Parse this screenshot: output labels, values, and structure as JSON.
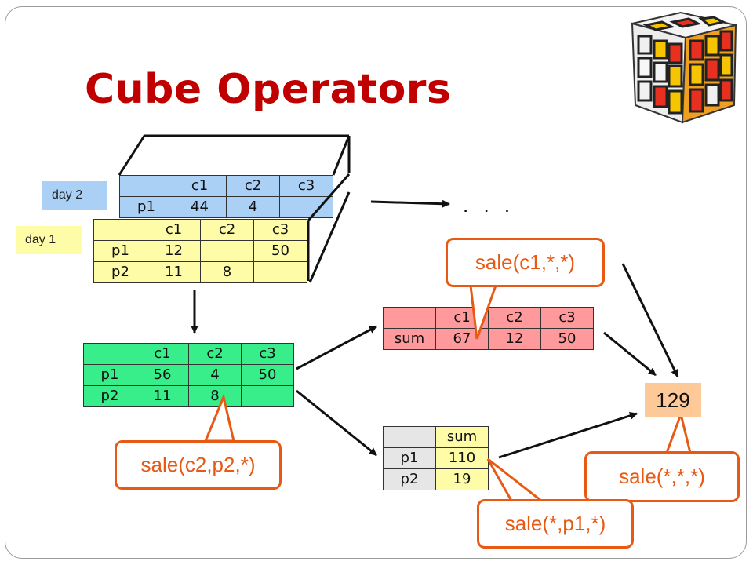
{
  "slide": {
    "title": "Cube Operators",
    "day_labels": {
      "day2": "day 2",
      "day1": "day 1"
    },
    "ellipsis": ". . .",
    "result_value": "129",
    "colors": {
      "title": "#c00000",
      "callout": "#e85a14",
      "day1": "#fffca8",
      "day2": "#aad0f6",
      "total": "#37ee8a",
      "c_agg": "#ff9a9c",
      "result": "#fdc999"
    }
  },
  "tables": {
    "day2": {
      "header": [
        "",
        "c1",
        "c2",
        "c3"
      ],
      "rows": [
        [
          "p1",
          "44",
          "4",
          ""
        ]
      ]
    },
    "day1": {
      "header": [
        "",
        "c1",
        "c2",
        "c3"
      ],
      "rows": [
        [
          "p1",
          "12",
          "",
          "50"
        ],
        [
          "p2",
          "11",
          "8",
          ""
        ]
      ]
    },
    "total": {
      "header": [
        "",
        "c1",
        "c2",
        "c3"
      ],
      "rows": [
        [
          "p1",
          "56",
          "4",
          "50"
        ],
        [
          "p2",
          "11",
          "8",
          ""
        ]
      ]
    },
    "by_c": {
      "header": [
        "",
        "c1",
        "c2",
        "c3"
      ],
      "rows": [
        [
          "sum",
          "67",
          "12",
          "50"
        ]
      ]
    },
    "by_p": {
      "header": [
        "",
        "sum"
      ],
      "rows": [
        [
          "p1",
          "110"
        ],
        [
          "p2",
          "19"
        ]
      ]
    }
  },
  "callouts": {
    "c1": "sale(c1,*,*)",
    "c2p2": "sale(c2,p2,*)",
    "all": "sale(*,*,*)",
    "p1": "sale(*,p1,*)"
  },
  "icons": {
    "cube": "rubiks-cube-icon"
  }
}
